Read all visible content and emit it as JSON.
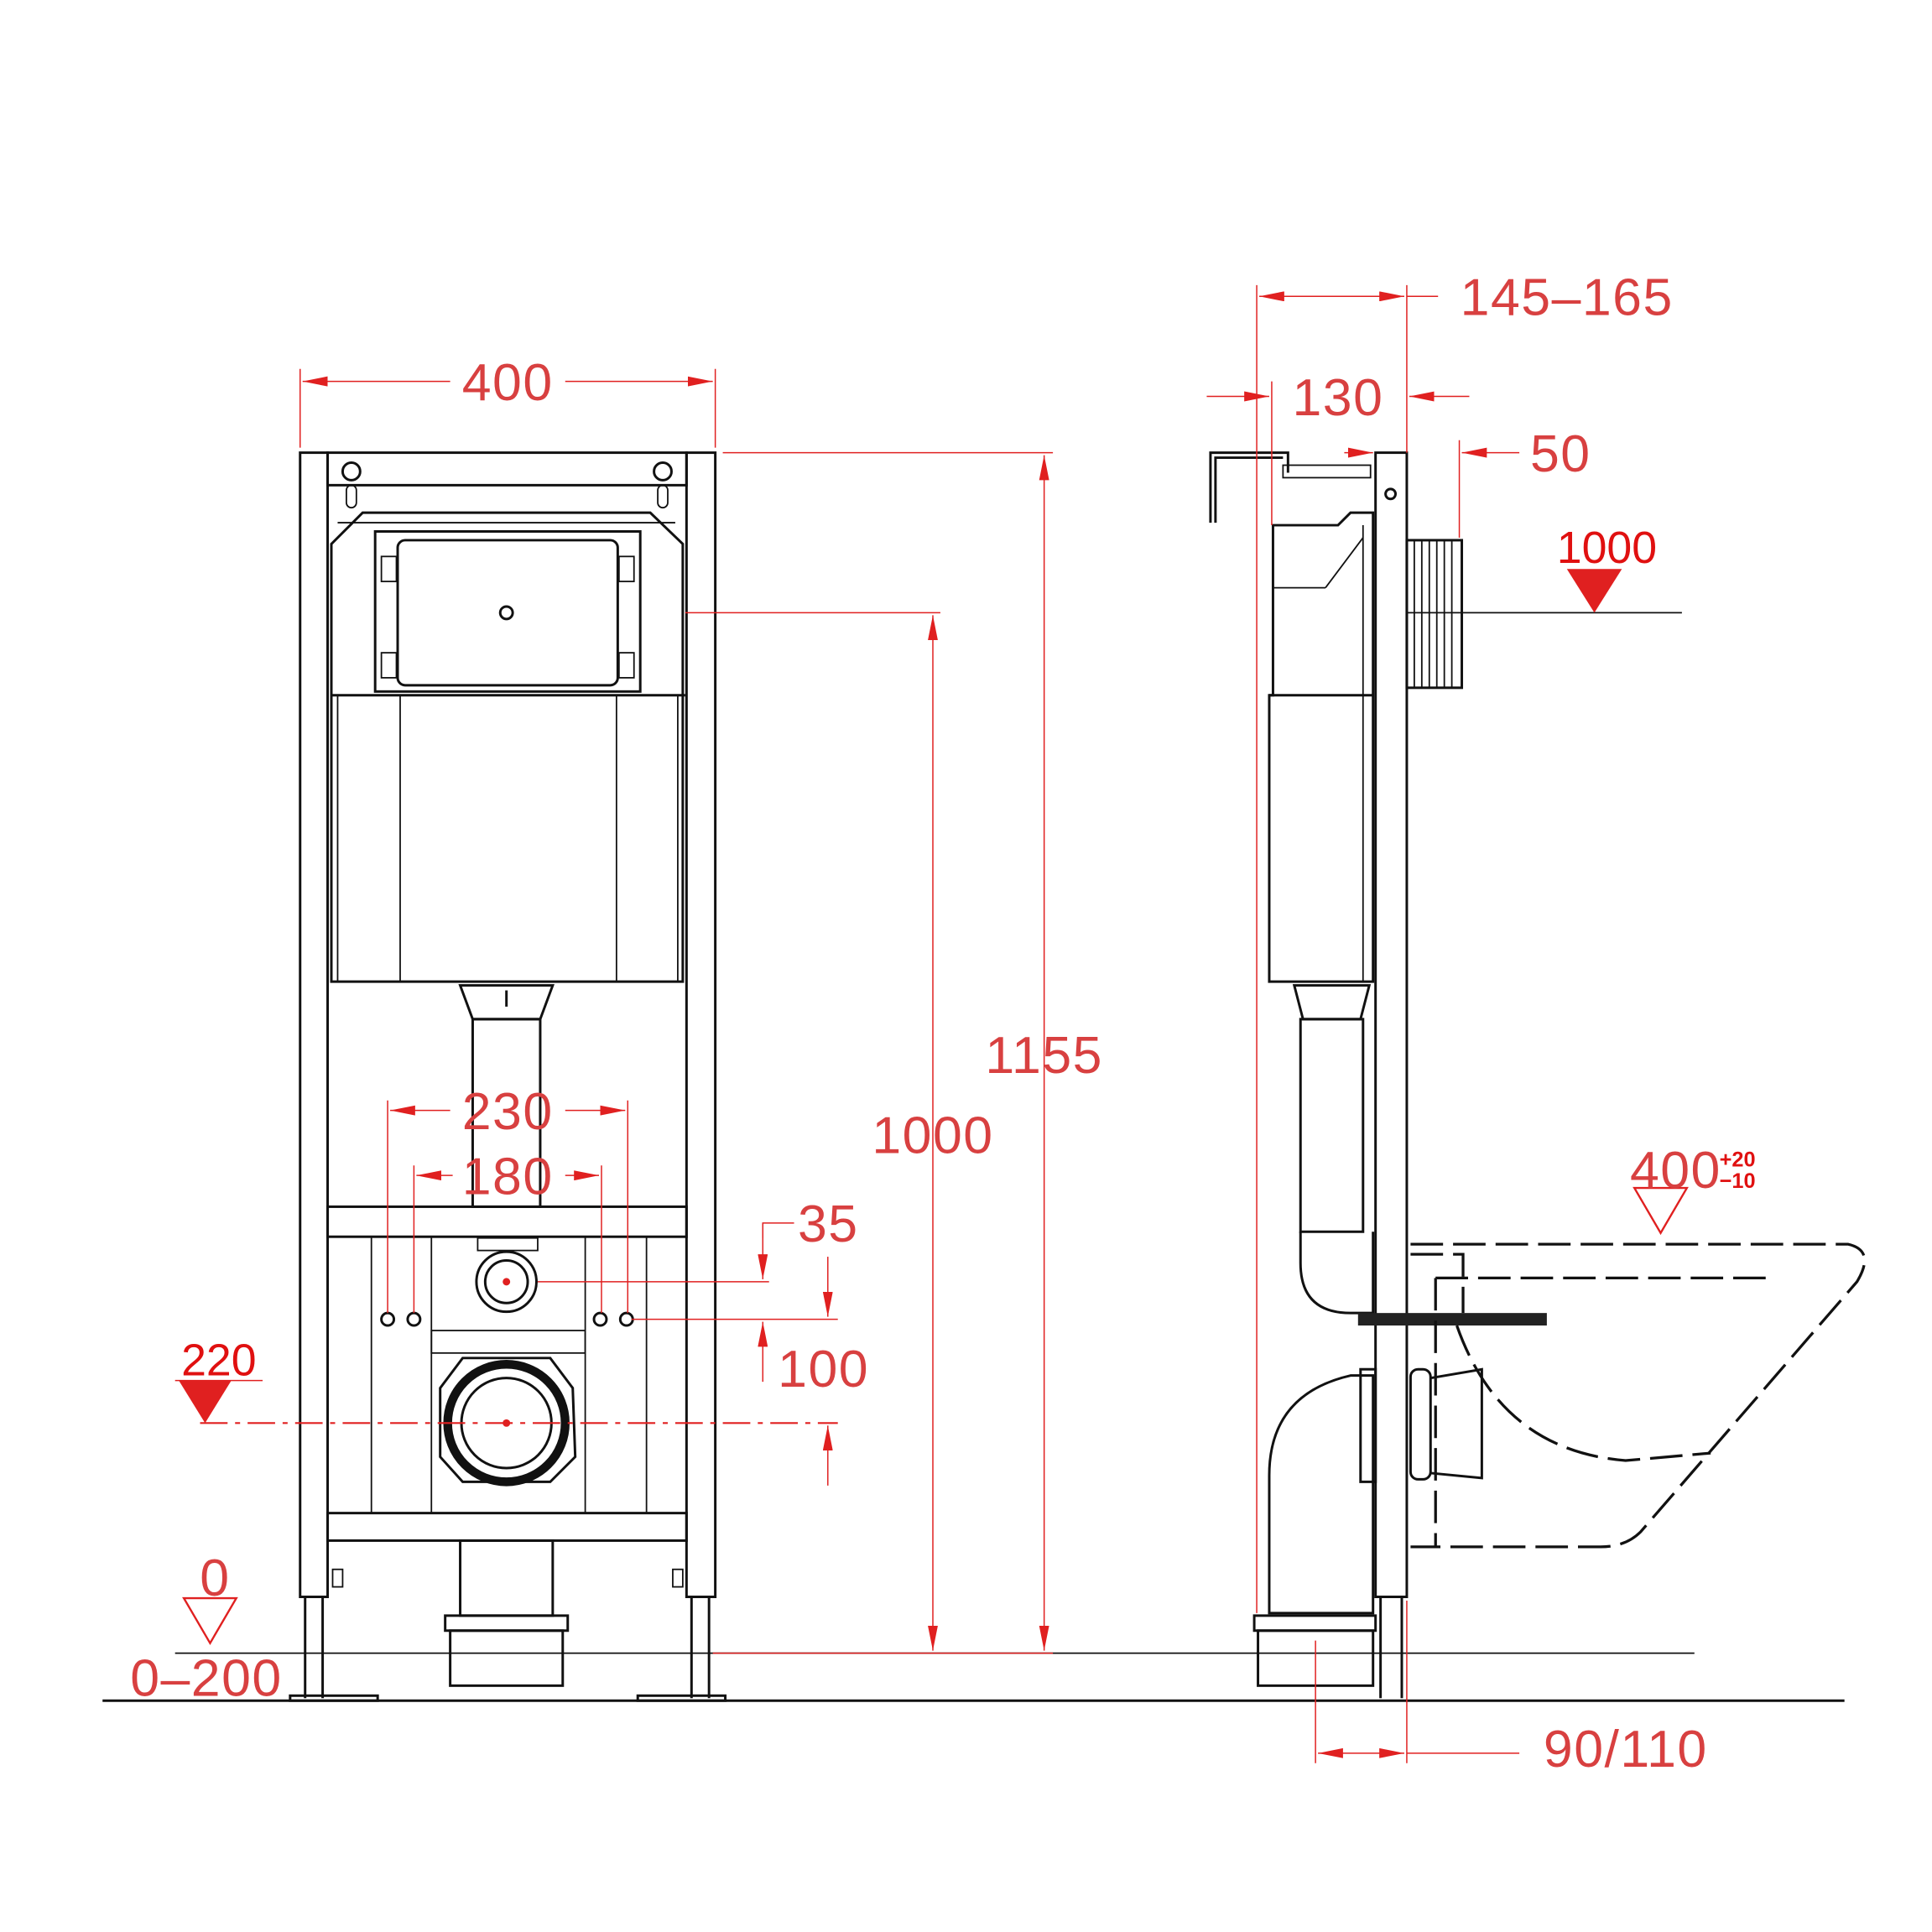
{
  "drawing": {
    "front_view": {
      "width_label": "400",
      "total_height_label": "1155",
      "plate_height_label": "1000",
      "bolt_spacing_outer_label": "230",
      "bolt_spacing_inner_label": "180",
      "inlet_offset_label": "35",
      "drain_offset_label": "100",
      "drain_height_label": "220",
      "floor_level_label": "0",
      "foot_adjust_label": "0–200"
    },
    "side_view": {
      "depth_range_label": "145–165",
      "frame_depth_label": "130",
      "plate_depth_label": "50",
      "plate_level_label": "1000",
      "seat_height_label": "400",
      "seat_tolerance_plus": "+20",
      "seat_tolerance_minus": "−10",
      "outlet_label": "90/110"
    }
  },
  "colors": {
    "dimension": "#e02020",
    "line": "#111111"
  }
}
